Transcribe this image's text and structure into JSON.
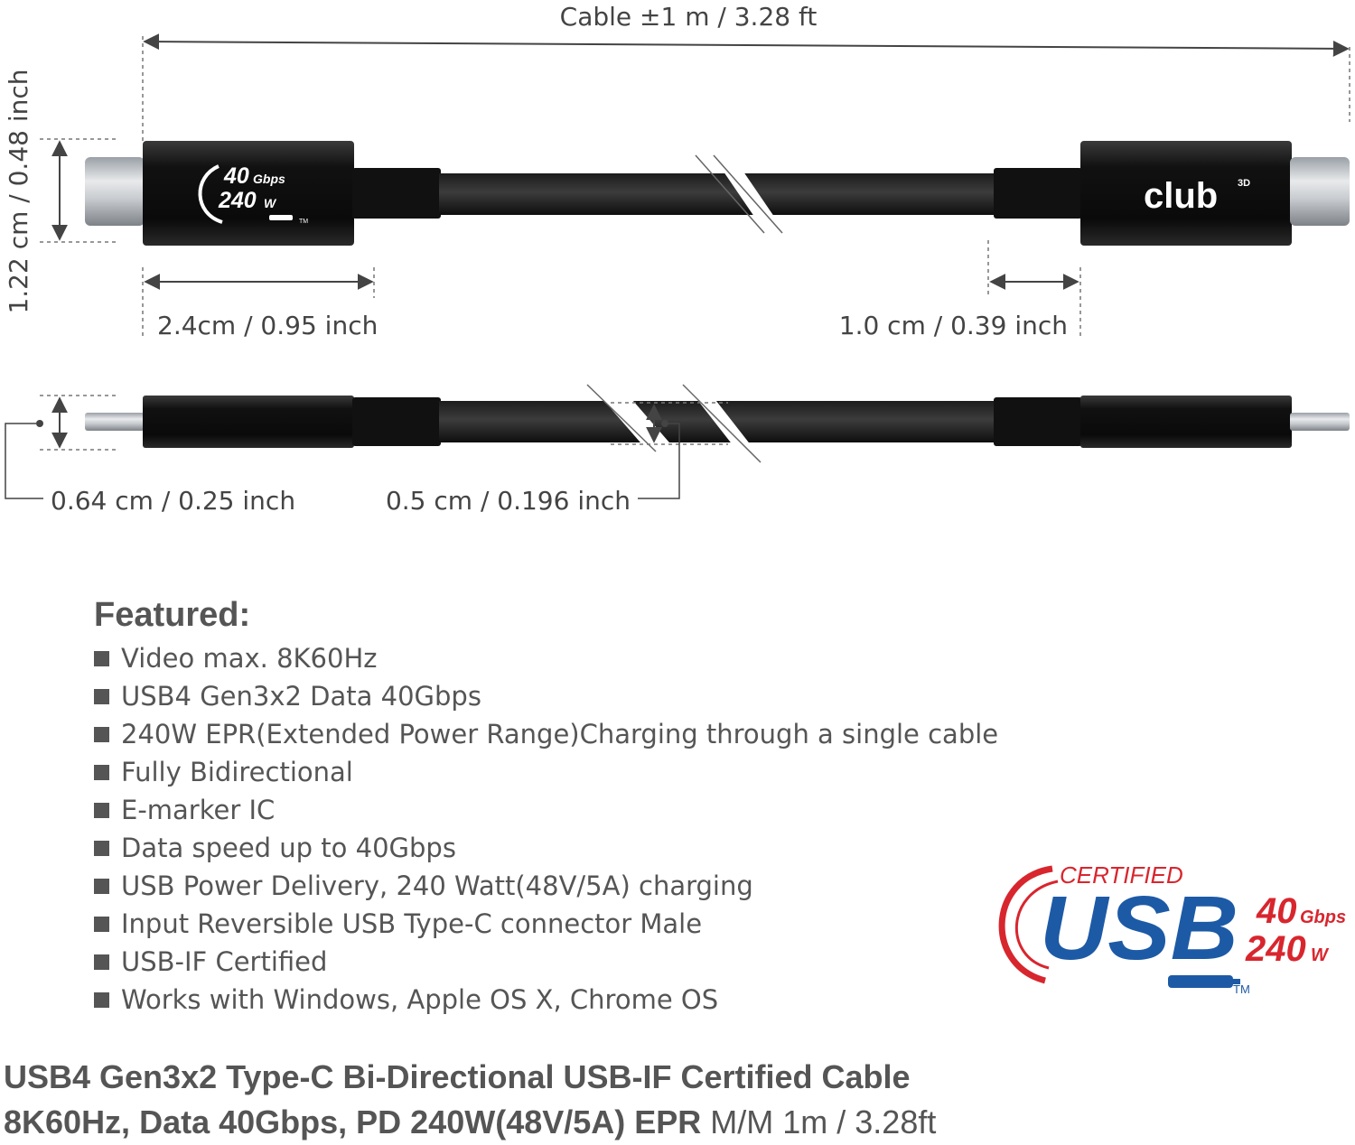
{
  "diagram": {
    "cable_length": "Cable ±1 m / 3.28 ft",
    "connector_height": "1.22 cm / 0.48 inch",
    "connector_length": "2.4cm / 0.95 inch",
    "sleeve_length": "1.0 cm / 0.39 inch",
    "connector_thickness": "0.64 cm / 0.25 inch",
    "cable_diameter": "0.5 cm / 0.196 inch",
    "left_badge_speed": "40",
    "left_badge_speed_unit": "Gbps",
    "left_badge_power": "240",
    "left_badge_power_unit": "W",
    "left_badge_tm": "TM",
    "brand_logo": "club",
    "brand_logo_sup": "3D"
  },
  "features": {
    "heading": "Featured:",
    "items": [
      "Video max. 8K60Hz",
      "USB4 Gen3x2 Data 40Gbps",
      "240W EPR(Extended Power Range)Charging through a single  cable",
      "Fully Bidirectional",
      "E-marker IC",
      "Data speed up to 40Gbps",
      "USB Power Delivery, 240 Watt(48V/5A) charging",
      "Input Reversible USB Type-C connector Male",
      "USB-IF Certified",
      "Works with Windows, Apple OS X, Chrome OS"
    ]
  },
  "usb_logo": {
    "certified": "CERTIFIED",
    "usb": "USB",
    "speed": "40",
    "speed_unit": "Gbps",
    "power": "240",
    "power_unit": "W",
    "tm": "TM",
    "colors": {
      "red": "#d8262e",
      "blue": "#1d5aa6"
    }
  },
  "product_title": {
    "line1": "USB4 Gen3x2 Type-C Bi-Directional USB-IF Certified Cable",
    "line2_bold": "8K60Hz, Data 40Gbps, PD 240W(48V/5A) EPR",
    "line2_light": " M/M  1m / 3.28ft"
  }
}
